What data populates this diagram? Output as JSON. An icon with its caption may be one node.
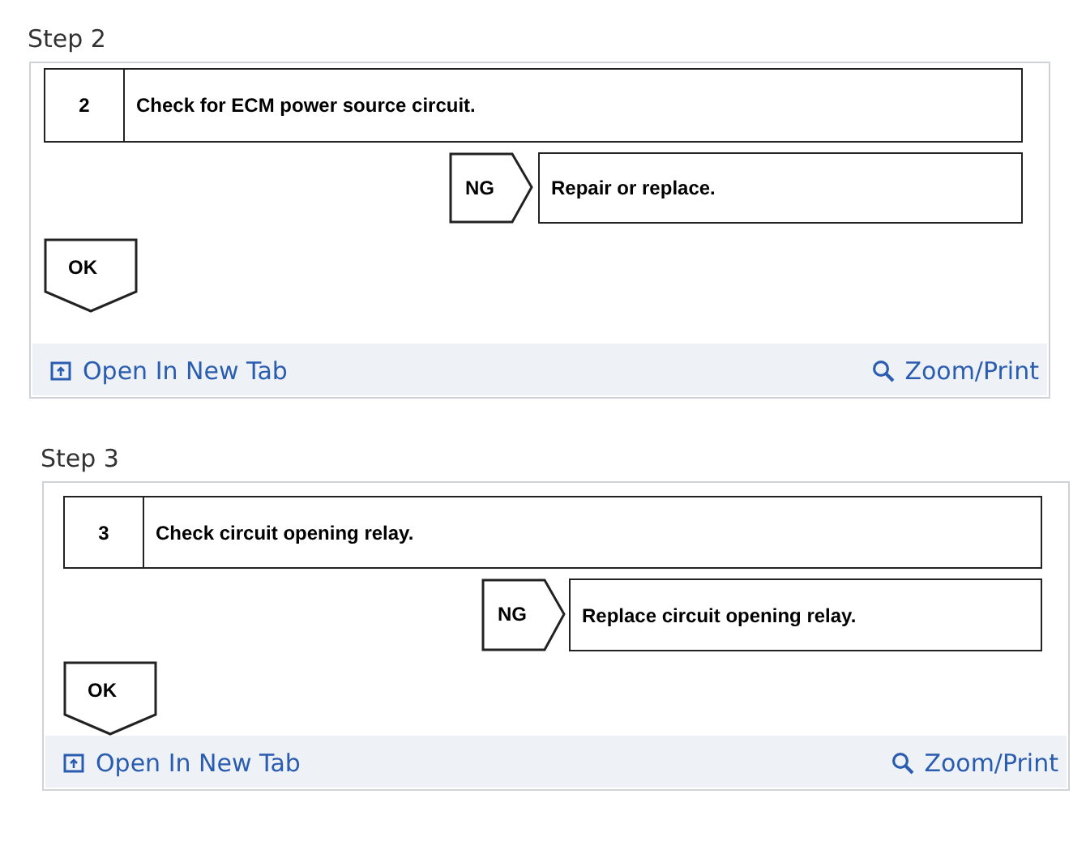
{
  "diagram": {
    "nodes": [
      {
        "text": [
          "Step 2"
        ]
      },
      {
        "text": [
          "2",
          "Check for ECM power source circuit."
        ],
        "in": 0
      },
      {
        "text": [
          "NG"
        ],
        "in": 0
      },
      {
        "text": [
          "Repair or replace."
        ],
        "in": 0
      },
      {
        "text": [
          "OK"
        ],
        "in": 0
      },
      {
        "text": [
          "Step 3"
        ]
      },
      {
        "text": [
          "3",
          "Check circuit opening relay."
        ],
        "in": 5
      },
      {
        "text": [
          "NG"
        ],
        "in": 5
      },
      {
        "text": [
          "Replace circuit opening relay."
        ],
        "in": 5
      },
      {
        "text": [
          "OK"
        ],
        "in": 5
      }
    ],
    "labels": [
      "Open In New Tab",
      "Zoom/Print",
      "Open In New Tab",
      "Zoom/Print"
    ]
  }
}
